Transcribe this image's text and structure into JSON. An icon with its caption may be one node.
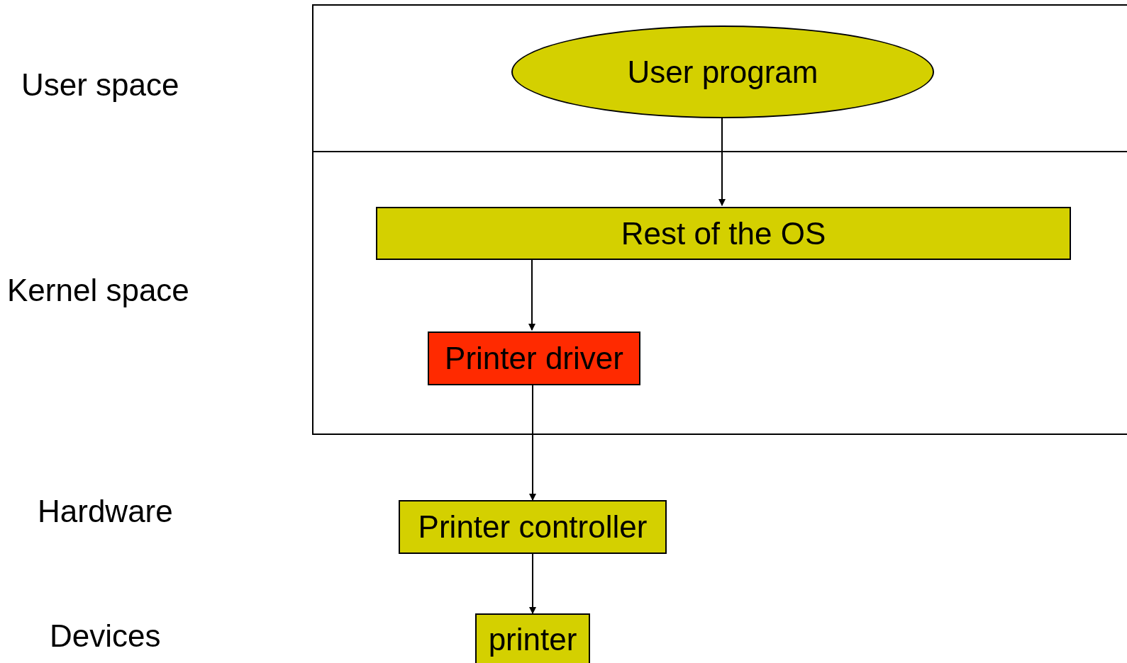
{
  "diagram": {
    "nodes": [
      {
        "text": [],
        "shape": "box"
      },
      {
        "text": [
          "User program"
        ],
        "in": 0
      },
      {
        "text": [],
        "shape": "box"
      },
      {
        "text": [
          "Rest of the OS"
        ],
        "in": 2
      },
      {
        "text": [
          "Printer driver"
        ],
        "in": 2
      },
      {
        "text": [
          "Printer controller"
        ]
      },
      {
        "text": [
          "printer"
        ]
      }
    ],
    "edges": [
      {
        "from": 1,
        "to": 3,
        "arrow": "to"
      },
      {
        "from": 3,
        "to": 4,
        "arrow": "to"
      },
      {
        "from": 4,
        "to": 5,
        "arrow": "to"
      },
      {
        "from": 5,
        "to": 6,
        "arrow": "to"
      }
    ],
    "labels": [
      "User space",
      "Kernel space",
      "Hardware",
      "Devices"
    ]
  }
}
